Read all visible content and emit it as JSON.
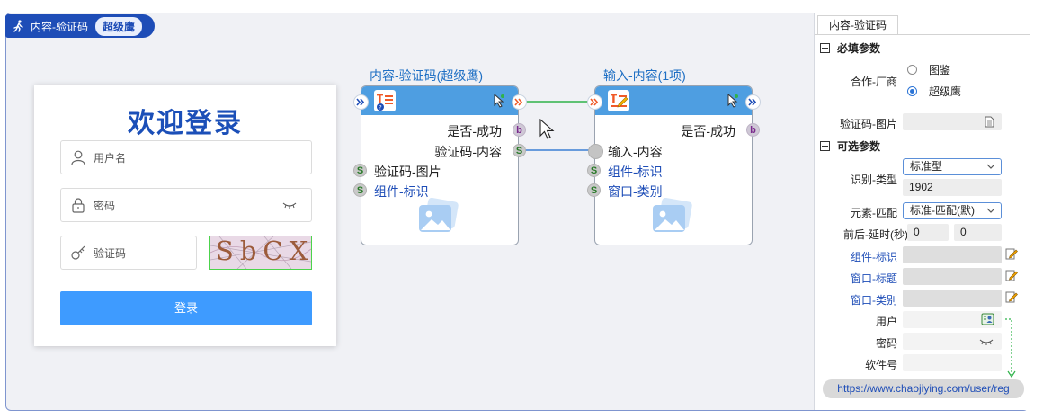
{
  "window": {
    "title": "内容-验证码",
    "badge": "超级鹰"
  },
  "login_form": {
    "title": "欢迎登录",
    "username_placeholder": "用户名",
    "password_placeholder": "密码",
    "captcha_placeholder": "验证码",
    "captcha_text": "SbCX",
    "login_button": "登录"
  },
  "node_captcha": {
    "title": "内容-验证码(超级鹰)",
    "outputs": [
      "是否-成功",
      "验证码-内容"
    ],
    "output_types": [
      "b",
      "S"
    ],
    "inputs": [
      "验证码-图片",
      "组件-标识"
    ],
    "input_types": [
      "S",
      "S"
    ]
  },
  "node_input": {
    "title": "输入-内容(1项)",
    "outputs": [
      "是否-成功"
    ],
    "output_types": [
      "b"
    ],
    "inputs": [
      "输入-内容",
      "组件-标识",
      "窗口-类别"
    ],
    "input_types": [
      "",
      "S",
      "S"
    ]
  },
  "panel": {
    "tab": "内容-验证码",
    "required_section": "必填参数",
    "vendor_label": "合作-厂商",
    "vendor_options": [
      "图鉴",
      "超级鹰"
    ],
    "vendor_selected": "超级鹰",
    "captcha_image_label": "验证码-图片",
    "optional_section": "可选参数",
    "recognition_type_label": "识别-类型",
    "recognition_type_value": "标准型",
    "recognition_code": "1902",
    "element_match_label": "元素-匹配",
    "element_match_value": "标准-匹配(默)",
    "delay_label": "前后-延时(秒)",
    "delay_before": "0",
    "delay_after": "0",
    "component_id_label": "组件-标识",
    "window_title_label": "窗口-标题",
    "window_class_label": "窗口-类别",
    "user_label": "用户",
    "password_label": "密码",
    "software_id_label": "软件号",
    "url": "https://www.chaojiying.com/user/reg"
  },
  "colors": {
    "accent": "#1e4db7",
    "node_header": "#4e9ee1",
    "login_button": "#3e9bff",
    "connector_green": "#2fb34a",
    "connector_blue": "#3b7fd4"
  }
}
